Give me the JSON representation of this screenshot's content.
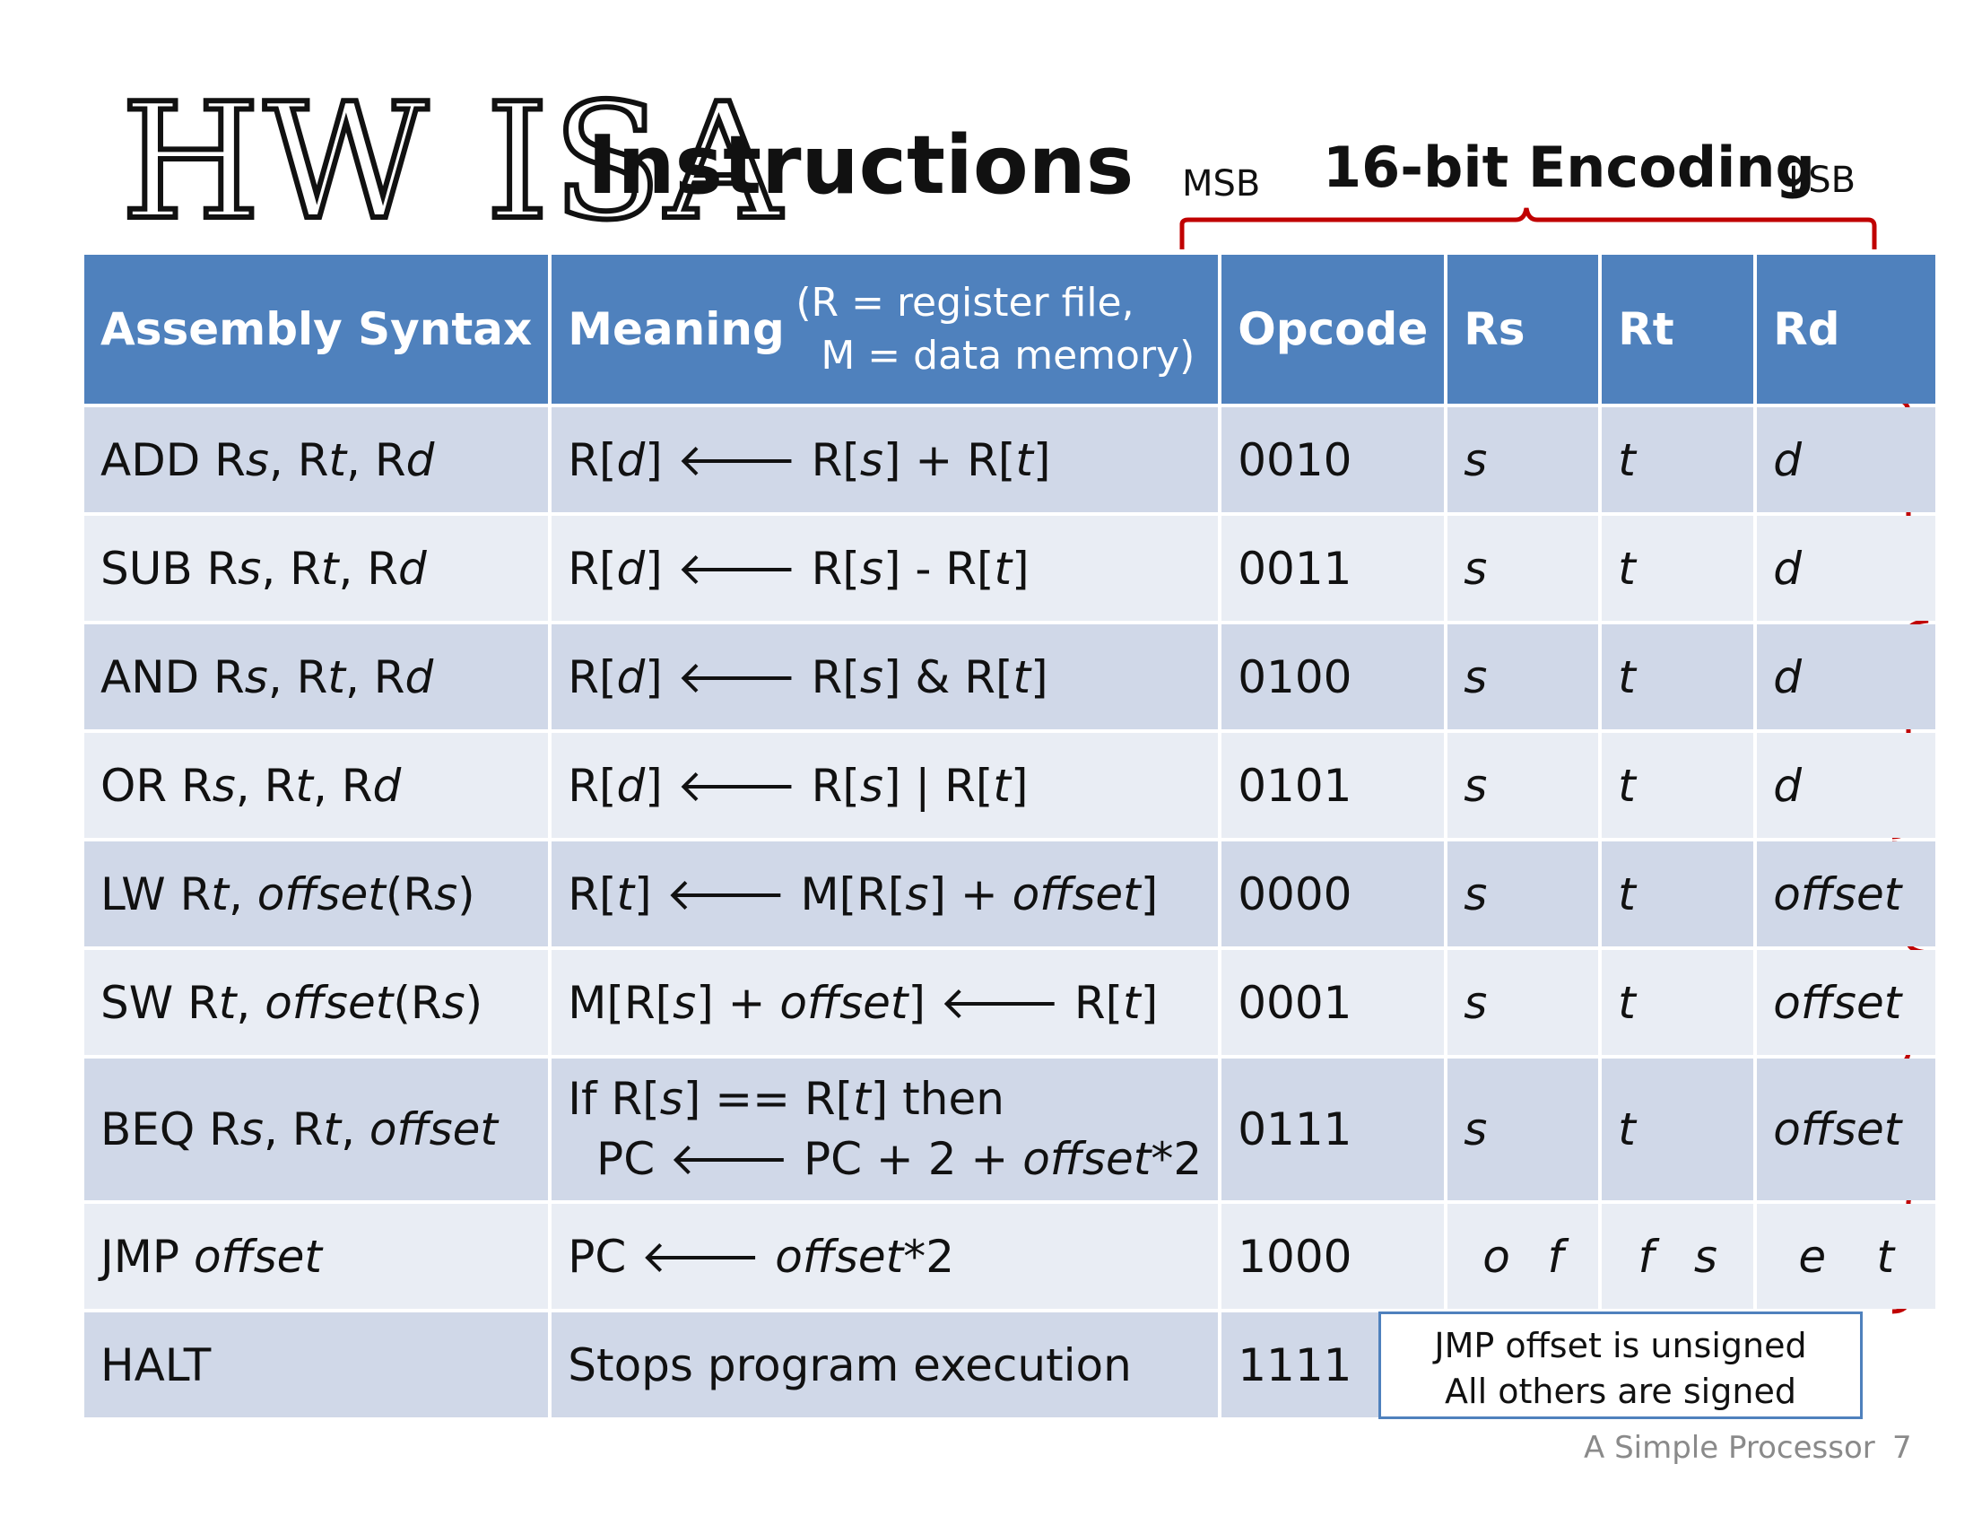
{
  "header": {
    "logo": "HW ISA",
    "title": "Instructions",
    "encoding_title": "16-bit Encoding",
    "msb": "MSB",
    "lsb": "LSB"
  },
  "table": {
    "headers": {
      "assembly": "Assembly Syntax",
      "meaning": "Meaning",
      "meaning_note_1": "(R = register file,",
      "meaning_note_2": "M = data memory)",
      "opcode": "Opcode",
      "rs": "Rs",
      "rt": "Rt",
      "rd": "Rd"
    },
    "rows": [
      {
        "mn": "ADD R",
        "a1": "s",
        "a2": ", R",
        "a3": "t",
        "a4": ", R",
        "a5": "d",
        "m1": "R[",
        "m2": "d",
        "m3": "] 🡐 R[",
        "m4": "s",
        "m5": "] + R[",
        "m6": "t",
        "m7": "]",
        "opcode": "0010",
        "rs": "s",
        "rt": "t",
        "rd": "d"
      },
      {
        "mn": "SUB R",
        "a1": "s",
        "a2": ", R",
        "a3": "t",
        "a4": ", R",
        "a5": "d",
        "m1": "R[",
        "m2": "d",
        "m3": "] 🡐 R[",
        "m4": "s",
        "m5": "] - R[",
        "m6": "t",
        "m7": "]",
        "opcode": "0011",
        "rs": "s",
        "rt": "t",
        "rd": "d"
      },
      {
        "mn": "AND R",
        "a1": "s",
        "a2": ", R",
        "a3": "t",
        "a4": ", R",
        "a5": "d",
        "m1": "R[",
        "m2": "d",
        "m3": "] 🡐 R[",
        "m4": "s",
        "m5": "] & R[",
        "m6": "t",
        "m7": "]",
        "opcode": "0100",
        "rs": "s",
        "rt": "t",
        "rd": "d"
      },
      {
        "mn": "OR R",
        "a1": "s",
        "a2": ", R",
        "a3": "t",
        "a4": ", R",
        "a5": "d",
        "m1": "R[",
        "m2": "d",
        "m3": "] 🡐 R[",
        "m4": "s",
        "m5": "] | R[",
        "m6": "t",
        "m7": "]",
        "opcode": "0101",
        "rs": "s",
        "rt": "t",
        "rd": "d"
      },
      {
        "mn": "LW R",
        "a1": "t",
        "a2": ", ",
        "a3": "offset",
        "a4": "(R",
        "a5": "s",
        "a6": ")",
        "m1": "R[",
        "m2": "t",
        "m3": "] 🡐 M[R[",
        "m4": "s",
        "m5": "] + ",
        "m6": "offset",
        "m7": "]",
        "opcode": "0000",
        "rs": "s",
        "rt": "t",
        "rd": "offset"
      },
      {
        "mn": "SW R",
        "a1": "t",
        "a2": ", ",
        "a3": "offset",
        "a4": "(R",
        "a5": "s",
        "a6": ")",
        "m1": "M[R[",
        "m2": "s",
        "m3": "] + ",
        "m4": "offset",
        "m5": "] 🡐 R[",
        "m6": "t",
        "m7": "]",
        "opcode": "0001",
        "rs": "s",
        "rt": "t",
        "rd": "offset"
      },
      {
        "mn": "BEQ R",
        "a1": "s",
        "a2": ", R",
        "a3": "t",
        "a4": ", ",
        "a5": "offset",
        "l1a": "If R[",
        "l1b": "s",
        "l1c": "] == R[",
        "l1d": "t",
        "l1e": "] then",
        "l2a": "PC 🡐 PC + 2 + ",
        "l2b": "offset",
        "l2c": "*2",
        "opcode": "0111",
        "rs": "s",
        "rt": "t",
        "rd": "offset"
      },
      {
        "mn": "JMP ",
        "a1": "offset",
        "m1": "PC 🡐 ",
        "m2": "offset",
        "m3": "*2",
        "opcode": "1000",
        "enc_letters": [
          "o",
          "f",
          "f",
          "s",
          "e",
          "t"
        ]
      },
      {
        "mn": "HALT",
        "meaning": "Stops program execution",
        "opcode": "1111"
      }
    ]
  },
  "note": {
    "line1": "JMP offset is unsigned",
    "line2": "All others are signed"
  },
  "footer": {
    "label": "A Simple Processor",
    "page": "7"
  },
  "colors": {
    "header_blue": "#4f81bd",
    "row_dark": "#d0d8e8",
    "row_light": "#e9edf4",
    "bracket_red": "#c00000"
  }
}
